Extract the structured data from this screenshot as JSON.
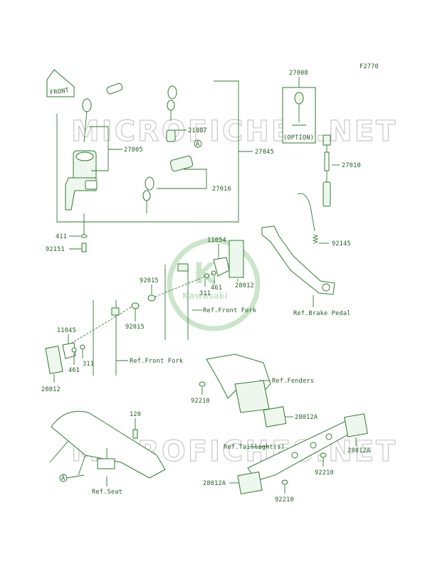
{
  "figure_code": "F2770",
  "front_label": "FRONT",
  "watermark_text": "MICROFICHES.NET",
  "logo_text": "Kawasaki",
  "option_label": "(OPTION)",
  "ref_mark": "A",
  "parts": {
    "p27008": "27008",
    "p21007": "21007",
    "p27005": "27005",
    "p27045": "27045",
    "p27010": "27010",
    "p27016": "27016",
    "p411": "411",
    "p92151": "92151",
    "p92145": "92145",
    "p11054": "11054",
    "p92015a": "92015",
    "p311a": "311",
    "p461a": "461",
    "p28012a": "28012",
    "p92015b": "92015",
    "p11045": "11045",
    "p461b": "461",
    "p311b": "311",
    "p28012b": "28012",
    "p92210a": "92210",
    "p28012Aa": "28012A",
    "p28012Ab": "28012A",
    "p92210b": "92210",
    "p120": "120",
    "p28012Ac": "28012A",
    "p92210c": "92210"
  },
  "refs": {
    "front_fork_a": "Ref.Front Fork",
    "front_fork_b": "Ref.Front Fork",
    "brake_pedal": "Ref.Brake Pedal",
    "fenders": "Ref.Fenders",
    "taillight": "Ref.Taillight(s)",
    "seat": "Ref.Seat"
  },
  "colors": {
    "line": "#2e7a2e",
    "text": "#1f5c1f",
    "watermark": "#c9c9c9"
  }
}
